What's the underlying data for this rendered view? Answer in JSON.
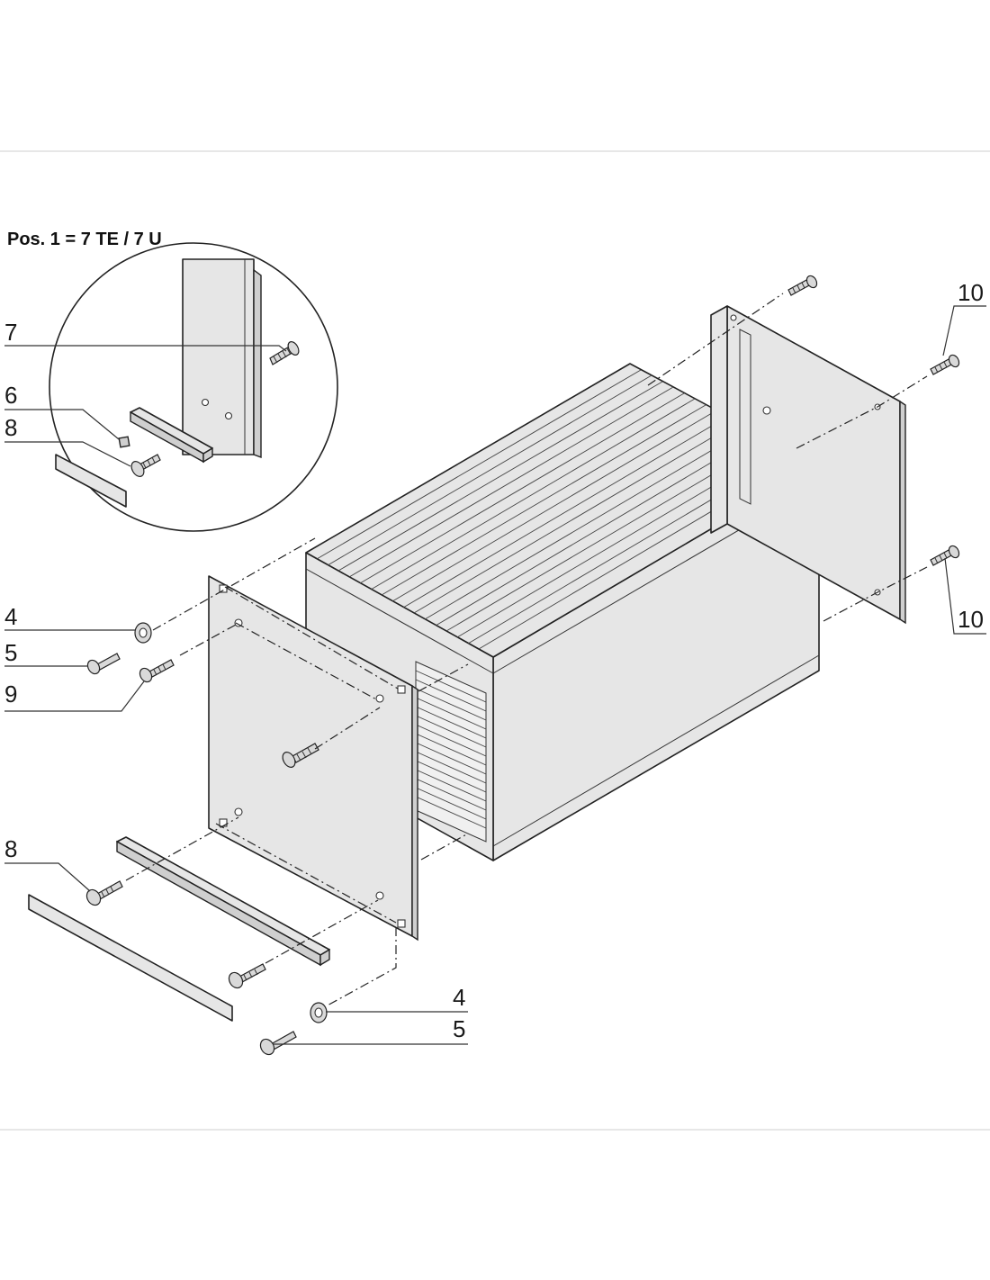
{
  "title": "Pos. 1 = 7 TE / 7 U",
  "callouts": {
    "c7": "7",
    "c6": "6",
    "c8_detail": "8",
    "c4_left": "4",
    "c5_left": "5",
    "c9": "9",
    "c8_bottom": "8",
    "c4_bottom": "4",
    "c5_bottom": "5",
    "c10_top": "10",
    "c10_bottom": "10"
  }
}
